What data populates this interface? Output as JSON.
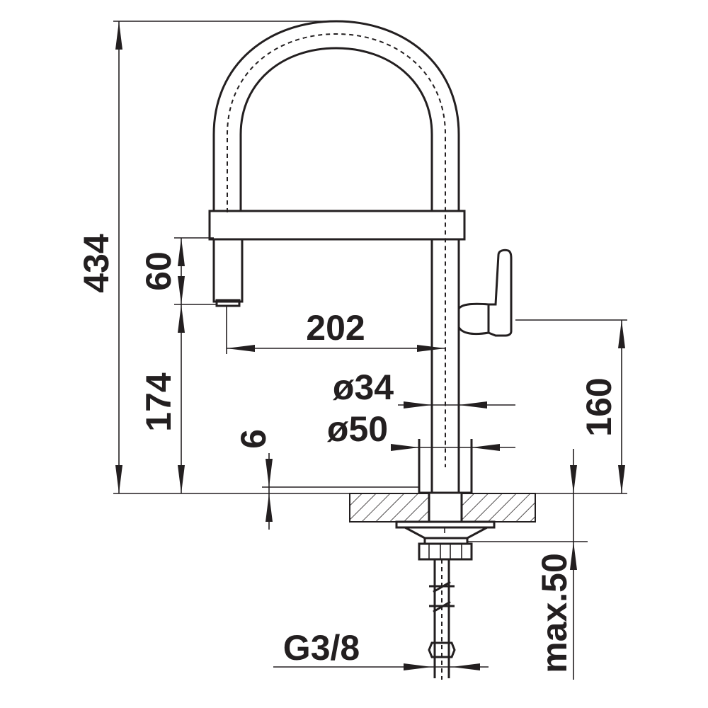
{
  "dimensions": {
    "total_height": "434",
    "spray_head_height": "60",
    "spout_clearance": "174",
    "spout_reach": "202",
    "lever_height": "160",
    "base_thickness": "6",
    "body_diameter": "ø34",
    "base_diameter": "ø50",
    "max_counter_thickness": "max.50",
    "connection_thread": "G3/8"
  }
}
